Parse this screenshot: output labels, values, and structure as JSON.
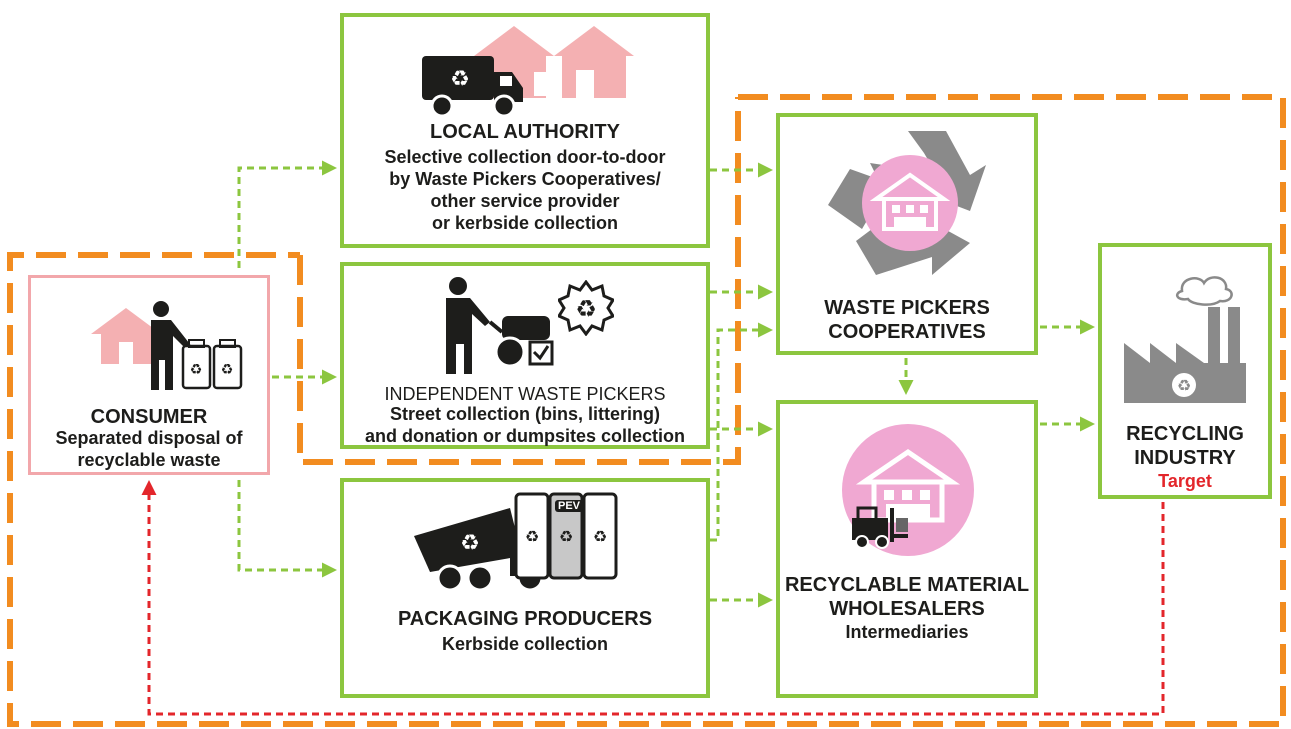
{
  "colors": {
    "green": "#8cc63f",
    "orange": "#f28c20",
    "red": "#e3262b",
    "pink": "#f2a7ab",
    "pink_fill": "#f0a8d2",
    "gray": "#8a8a8a",
    "dark": "#1d1d1b"
  },
  "consumer": {
    "title": "CONSUMER",
    "line1": "Separated disposal of",
    "line2": "recyclable waste",
    "icons": [
      "house-icon",
      "person-icon",
      "recycling-bin-icon"
    ]
  },
  "local_authority": {
    "title": "LOCAL AUTHORITY",
    "line1": "Selective collection door-to-door",
    "line2": "by Waste Pickers Cooperatives/",
    "line3": "other service provider",
    "line4": "or kerbside collection",
    "icons": [
      "houses-icon",
      "garbage-truck-icon"
    ]
  },
  "independent": {
    "title": "INDEPENDENT WASTE PICKERS",
    "line1": "Street collection (bins, littering)",
    "line2": "and donation or dumpsites collection",
    "icons": [
      "waste-picker-cart-icon",
      "recycling-badge-icon"
    ]
  },
  "packaging": {
    "title": "PACKAGING PRODUCERS",
    "line1": "Kerbside collection",
    "bin_label": "PEV",
    "icons": [
      "dump-truck-icon",
      "sorting-bins-icon"
    ]
  },
  "cooperatives": {
    "line1": "WASTE PICKERS",
    "line2": "COOPERATIVES",
    "icons": [
      "recycle-arrows-icon",
      "warehouse-icon"
    ]
  },
  "wholesalers": {
    "line1": "RECYCLABLE MATERIAL",
    "line2": "WHOLESALERS",
    "line3": "Intermediaries",
    "icons": [
      "warehouse-icon",
      "forklift-icon"
    ]
  },
  "industry": {
    "line1": "RECYCLING",
    "line2": "INDUSTRY",
    "line3": "Target",
    "icons": [
      "factory-icon"
    ]
  }
}
